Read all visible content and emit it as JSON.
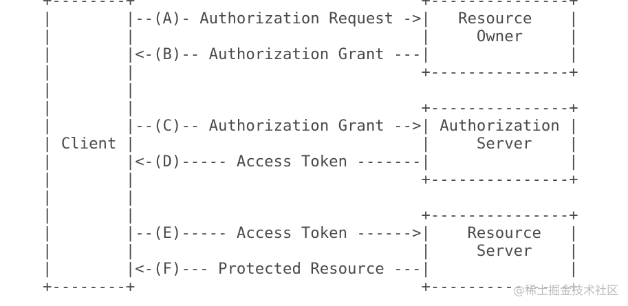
{
  "diagram": {
    "ascii_lines": [
      "+--------+                               +---------------+",
      "|        |--(A)- Authorization Request ->|   Resource    |",
      "|        |                               |     Owner     |",
      "|        |<-(B)-- Authorization Grant ---|               |",
      "|        |                               +---------------+",
      "|        |",
      "|        |                               +---------------+",
      "|        |--(C)-- Authorization Grant -->| Authorization |",
      "| Client |                               |     Server    |",
      "|        |<-(D)----- Access Token -------|               |",
      "|        |                               +---------------+",
      "|        |",
      "|        |                               +---------------+",
      "|        |--(E)----- Access Token ------>|    Resource   |",
      "|        |                               |     Server    |",
      "|        |<-(F)--- Protected Resource ---|               |",
      "+--------+                               +---------------+"
    ]
  },
  "watermark": {
    "text": "@稀土掘金技术社区"
  }
}
